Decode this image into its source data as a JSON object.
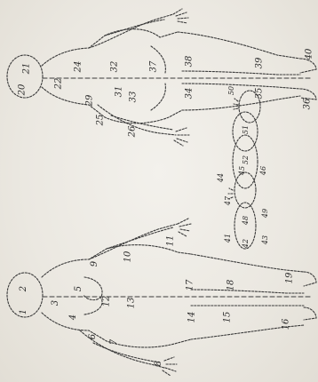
{
  "labels": {
    "back": [
      "20",
      "21",
      "22",
      "24",
      "29",
      "32",
      "31",
      "33",
      "37",
      "38",
      "34",
      "25",
      "26",
      "39",
      "35",
      "36",
      "40"
    ],
    "feet_upper": [
      "50",
      "51",
      "52",
      "44",
      "45",
      "46",
      "47",
      "48",
      "49"
    ],
    "front": [
      "1",
      "2",
      "3",
      "4",
      "5",
      "6",
      "7",
      "8",
      "9",
      "10",
      "11",
      "12",
      "13",
      "14",
      "15",
      "16",
      "17",
      "18",
      "19"
    ],
    "feet_lower": [
      "41",
      "42",
      "43"
    ]
  },
  "colors": {
    "ink": "#3a3a3a",
    "paper": "#ece9e2"
  }
}
